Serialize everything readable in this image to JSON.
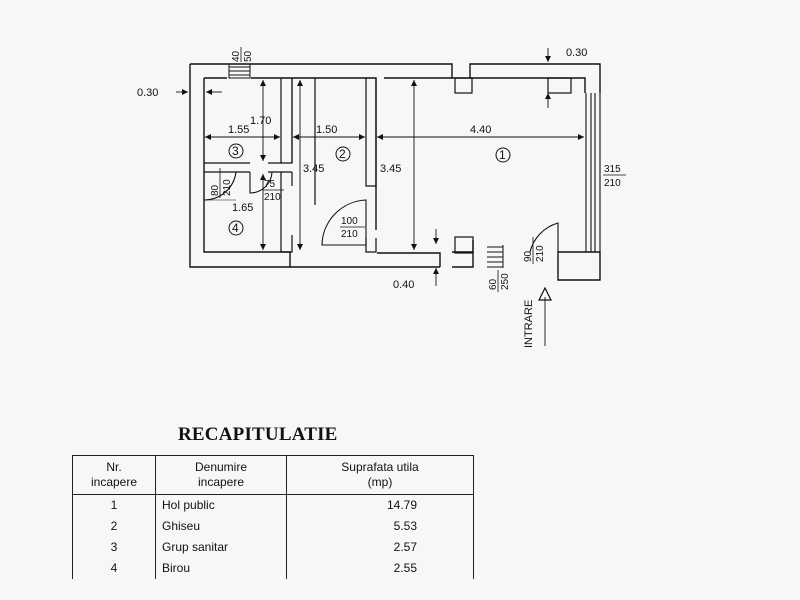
{
  "plan": {
    "rooms": [
      {
        "num": "1",
        "name": "Hol public"
      },
      {
        "num": "2",
        "name": "Ghiseu"
      },
      {
        "num": "3",
        "name": "Grup sanitar"
      },
      {
        "num": "4",
        "name": "Birou"
      }
    ],
    "dimensions": {
      "wall_top": "0.30",
      "wall_left": "0.30",
      "wall_bottom": "0.40",
      "w_room3": "1.55",
      "w_room2": "1.50",
      "w_room1": "4.40",
      "h_room3": "1.70",
      "h_room4": "1.65",
      "h_room2": "3.45",
      "h_room1": "3.45"
    },
    "openings": {
      "window_top_w": "40",
      "window_top_h": "50",
      "door_wc_w": "80",
      "door_wc_h": "210",
      "door_office_w": "75",
      "door_office_h": "210",
      "door_desk_w": "100",
      "door_desk_h": "210",
      "window_right_w": "315",
      "window_right_h": "210",
      "entry_door_w": "90",
      "entry_door_h": "210",
      "step_w": "60",
      "step_h": "250"
    },
    "entry_label": "INTRARE"
  },
  "recap": {
    "title": "RECAPITULATIE",
    "headers": {
      "nr": [
        "Nr.",
        "incapere"
      ],
      "name": [
        "Denumire",
        "incapere"
      ],
      "area": [
        "Suprafata utila",
        "(mp)"
      ]
    },
    "rows": [
      {
        "nr": "1",
        "name": "Hol public",
        "area": "14.79"
      },
      {
        "nr": "2",
        "name": "Ghiseu",
        "area": "5.53"
      },
      {
        "nr": "3",
        "name": "Grup sanitar",
        "area": "2.57"
      },
      {
        "nr": "4",
        "name": "Birou",
        "area": "2.55"
      }
    ]
  }
}
